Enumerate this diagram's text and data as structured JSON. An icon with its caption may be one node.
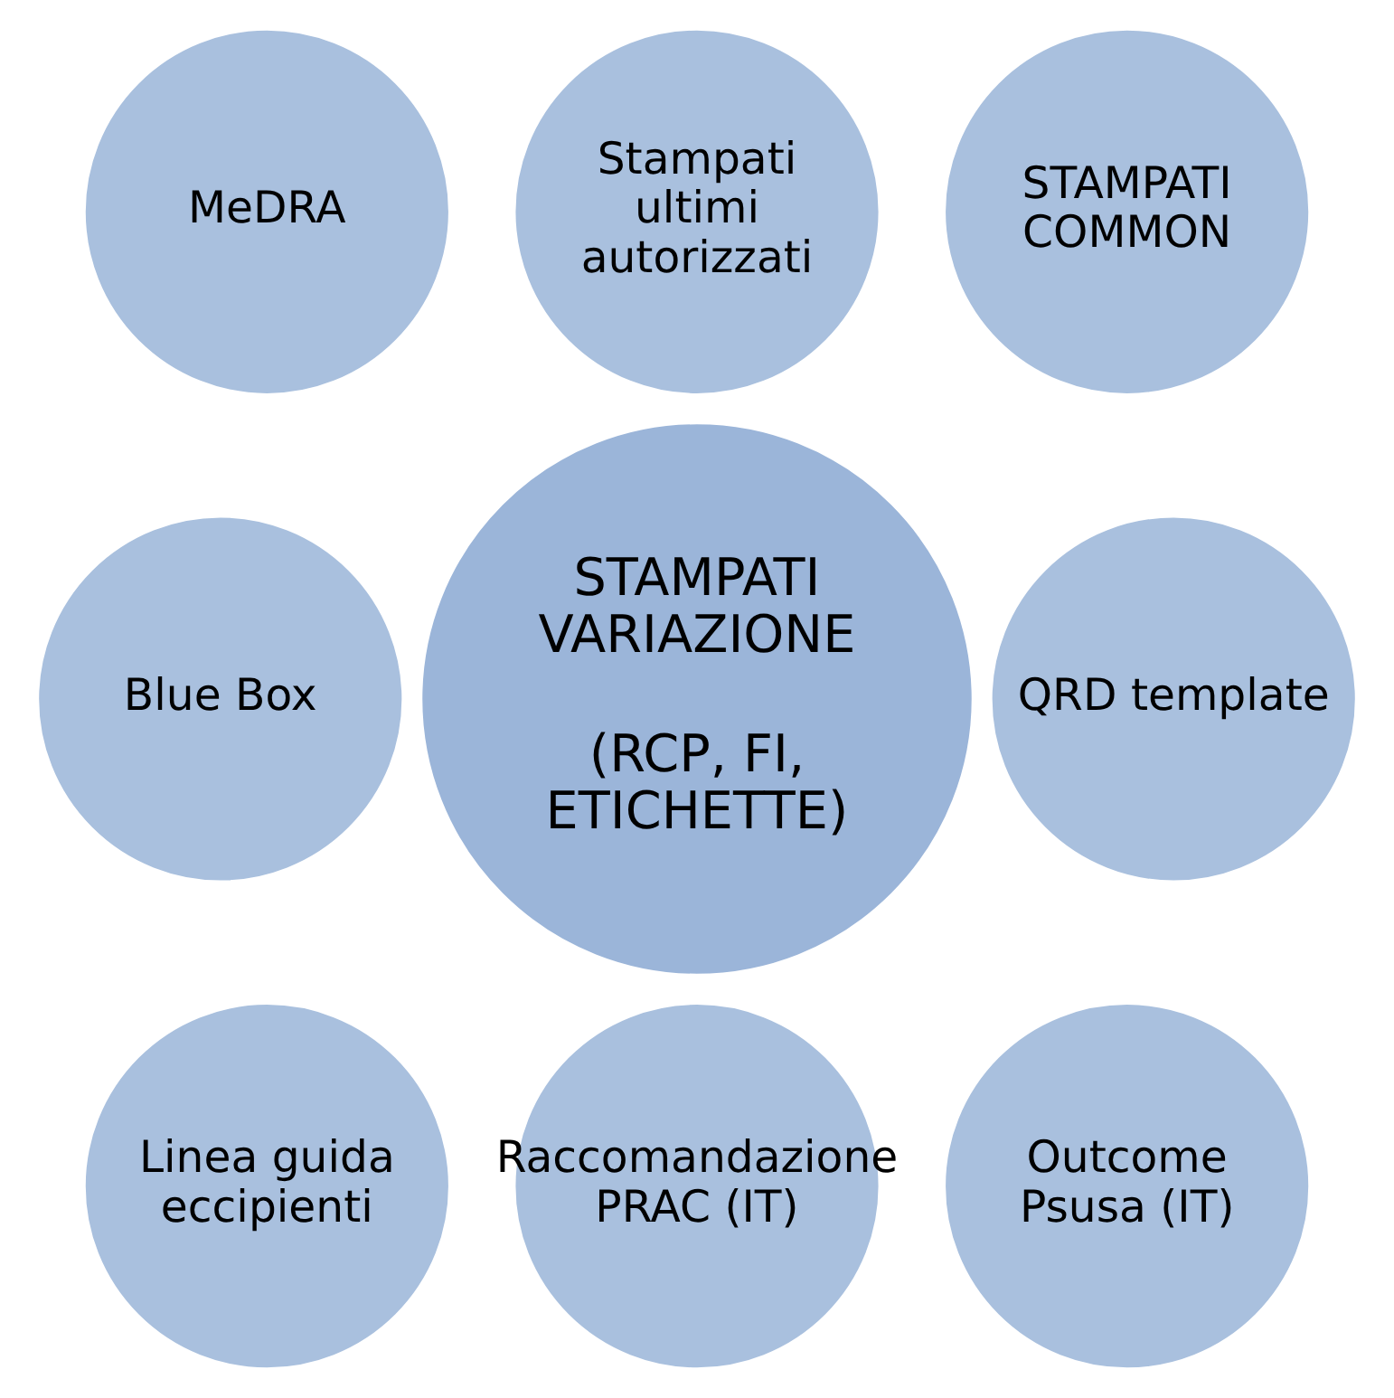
{
  "diagram": {
    "nodes": [
      {
        "text": [
          "STAMPATI VARIAZIONE",
          "(RCP, FI, ETICHETTE)"
        ]
      },
      {
        "text": [
          "Stampati ultimi autorizzati"
        ]
      },
      {
        "text": [
          "STAMPATI COMMON"
        ]
      },
      {
        "text": [
          "QRD template"
        ]
      },
      {
        "text": [
          "Outcome Psusa (IT)"
        ]
      },
      {
        "text": [
          "Raccomandazione PRAC (IT)"
        ]
      },
      {
        "text": [
          "Linea guida eccipienti"
        ]
      },
      {
        "text": [
          "Blue Box"
        ]
      },
      {
        "text": [
          "MeDRA"
        ]
      }
    ]
  }
}
